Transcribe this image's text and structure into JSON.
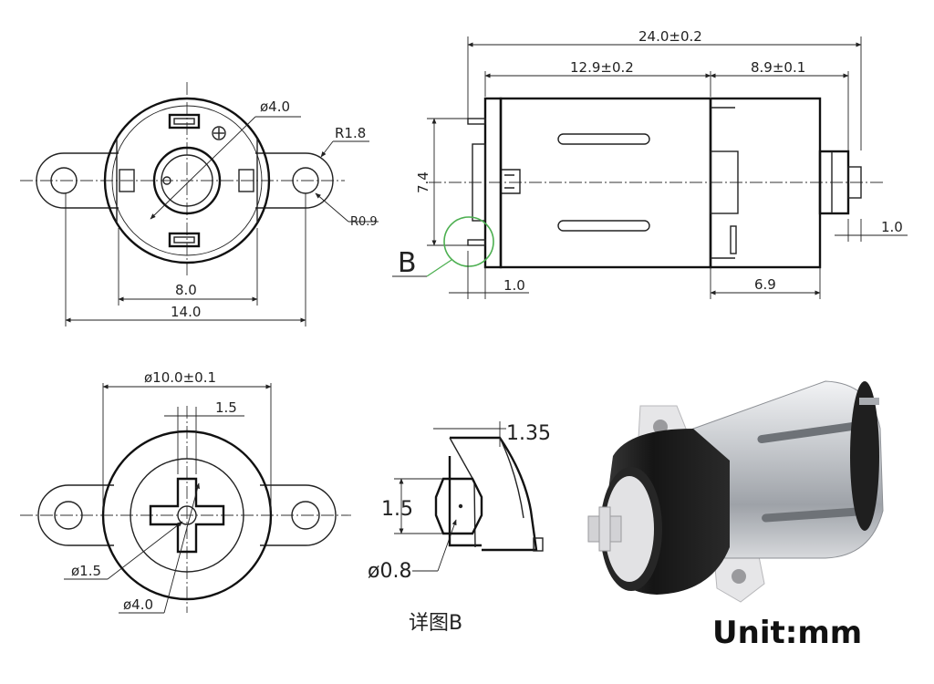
{
  "dimensions": {
    "front_hole_dia": "ø4.0",
    "front_r_outer": "R1.8",
    "front_r_inner": "R0.9",
    "front_hole_spacing": "8.0",
    "front_total_width": "14.0",
    "side_total_length": "24.0±0.2",
    "side_body_length": "12.9±0.2",
    "side_gear_length": "8.9±0.1",
    "side_height": "7.4",
    "side_shaft_offset": "1.0",
    "side_terminal_offset": "1.0",
    "side_gear_width": "6.9",
    "rear_body_dia": "ø10.0±0.1",
    "rear_slot_width": "1.5",
    "rear_small_dia": "ø1.5",
    "rear_center_dia": "ø4.0",
    "detail_top": "1.35",
    "detail_height": "1.5",
    "detail_hole": "ø0.8"
  },
  "labels": {
    "detail_marker": "B",
    "detail_caption": "详图B",
    "unit": "Unit:mm"
  },
  "colors": {
    "line": "#222222",
    "detail_circle": "#4caf50",
    "motor_black": "#1d1d1d",
    "motor_silver": "#c9ccd0",
    "mount_white": "#e6e6e8"
  }
}
